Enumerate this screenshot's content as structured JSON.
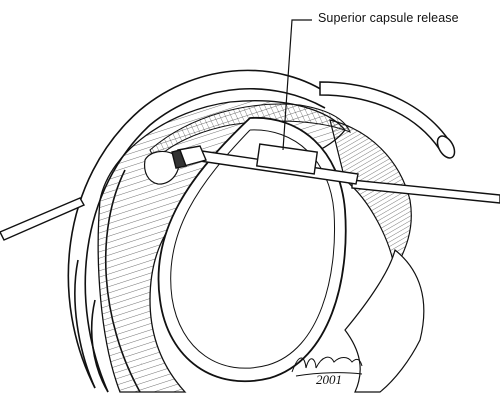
{
  "callout": {
    "label": "Superior capsule release"
  },
  "signature": {
    "name": "M Cooley",
    "year": "2001"
  }
}
